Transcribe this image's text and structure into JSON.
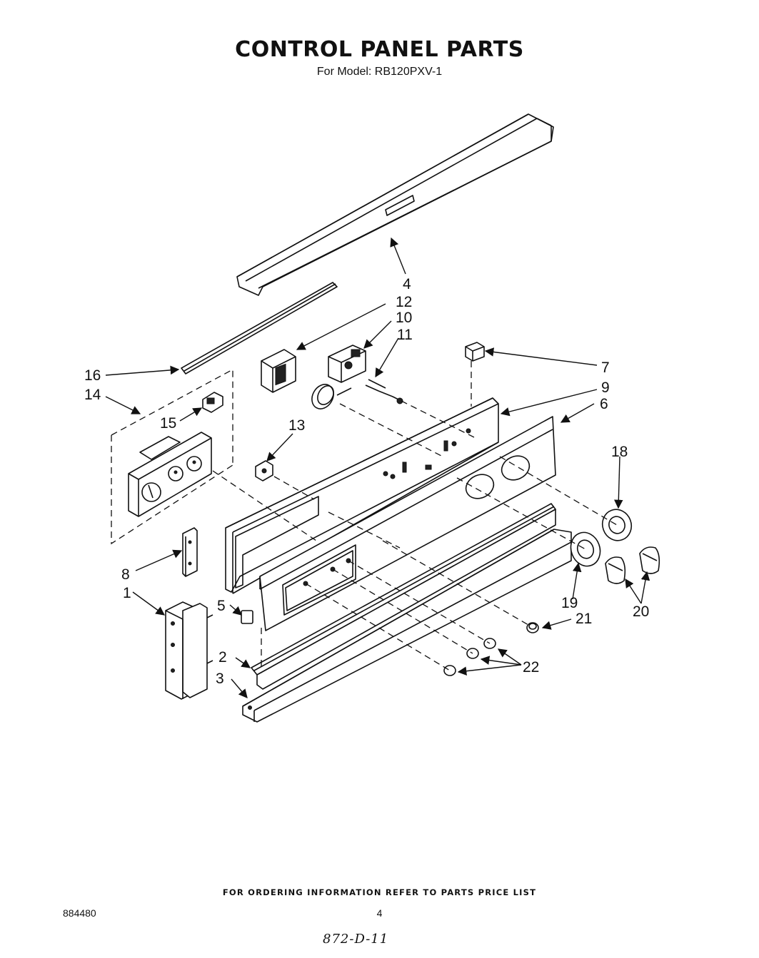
{
  "header": {
    "title": "CONTROL PANEL PARTS",
    "subtitle": "For Model: RB120PXV-1"
  },
  "callouts": [
    {
      "id": "c1",
      "label": "1"
    },
    {
      "id": "c2",
      "label": "2"
    },
    {
      "id": "c3",
      "label": "3"
    },
    {
      "id": "c4",
      "label": "4"
    },
    {
      "id": "c5",
      "label": "5"
    },
    {
      "id": "c6",
      "label": "6"
    },
    {
      "id": "c7",
      "label": "7"
    },
    {
      "id": "c8",
      "label": "8"
    },
    {
      "id": "c9",
      "label": "9"
    },
    {
      "id": "c10",
      "label": "10"
    },
    {
      "id": "c11",
      "label": "11"
    },
    {
      "id": "c12",
      "label": "12"
    },
    {
      "id": "c13",
      "label": "13"
    },
    {
      "id": "c14",
      "label": "14"
    },
    {
      "id": "c15",
      "label": "15"
    },
    {
      "id": "c16",
      "label": "16"
    },
    {
      "id": "c18",
      "label": "18"
    },
    {
      "id": "c19",
      "label": "19"
    },
    {
      "id": "c20",
      "label": "20"
    },
    {
      "id": "c21",
      "label": "21"
    },
    {
      "id": "c22",
      "label": "22"
    }
  ],
  "footer": {
    "ordering_note": "FOR ORDERING INFORMATION REFER TO PARTS PRICE LIST",
    "document_number": "884480",
    "page_number": "4",
    "handwritten_note": "872-D-11"
  }
}
